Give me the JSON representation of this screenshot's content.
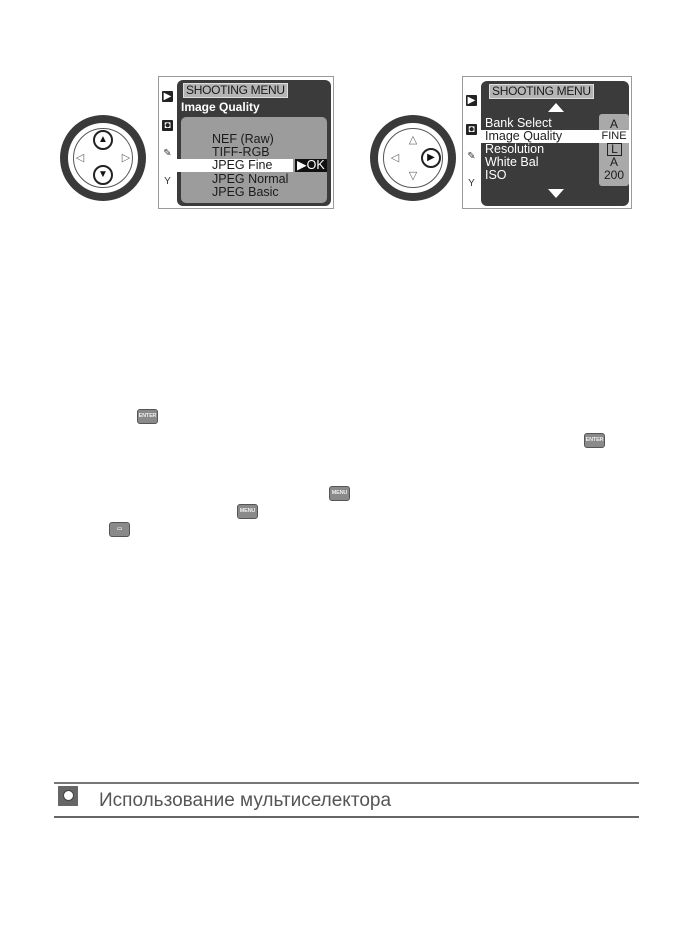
{
  "figure_left": {
    "dial": {
      "arrows": [
        "▲",
        "▼",
        "◁",
        "▷"
      ],
      "pressed": [
        "up",
        "down"
      ]
    },
    "lcd": {
      "side_icons": [
        "playback-icon",
        "camera-icon",
        "pencil-icon",
        "wrench-icon"
      ],
      "side_glyphs": [
        "▶",
        "◘",
        "✎",
        "Y"
      ],
      "header_tag": "SHOOTING MENU",
      "subtitle": "Image Quality",
      "options": [
        "NEF (Raw)",
        "TIFF-RGB",
        "JPEG Fine",
        "JPEG Normal",
        "JPEG Basic"
      ],
      "selected_index": 2,
      "confirm_label": "▶OK"
    }
  },
  "figure_right": {
    "dial": {
      "arrows": [
        "△",
        "▽",
        "◁",
        "▶"
      ],
      "pressed": [
        "right"
      ]
    },
    "lcd": {
      "side_icons": [
        "playback-icon",
        "camera-icon",
        "pencil-icon",
        "wrench-icon"
      ],
      "side_glyphs": [
        "▶",
        "◘",
        "✎",
        "Y"
      ],
      "header_tag": "SHOOTING MENU",
      "items": [
        {
          "label": "Bank Select",
          "value": "A"
        },
        {
          "label": "Image Quality",
          "value": "FINE"
        },
        {
          "label": "Resolution",
          "value": "L"
        },
        {
          "label": "White Bal",
          "value": "A"
        },
        {
          "label": "ISO",
          "value": "200"
        }
      ],
      "selected_index": 1
    }
  },
  "inline_buttons": [
    {
      "label": "ENTER"
    },
    {
      "label": "ENTER"
    },
    {
      "label": "MENU"
    },
    {
      "label": "MENU"
    },
    {
      "label": "▭"
    }
  ],
  "section": {
    "title": "Использование мультиселектора"
  }
}
